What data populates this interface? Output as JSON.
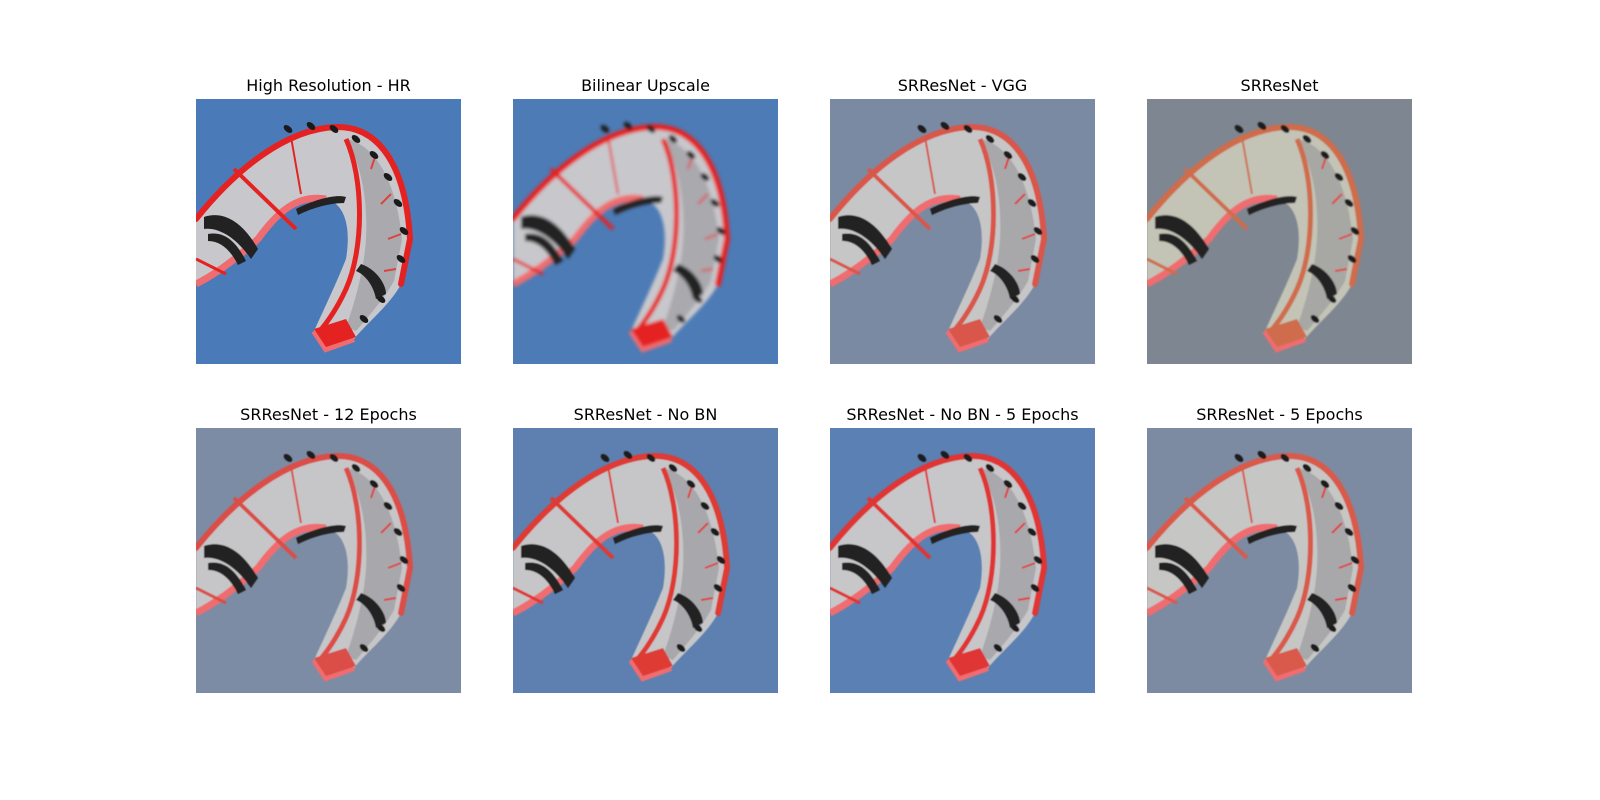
{
  "panels": [
    {
      "title": "High Resolution - HR",
      "bg": "#4a7ab8",
      "kite_main": "#c8c8cc",
      "kite_edge": "#e52222",
      "blur": 0
    },
    {
      "title": "Bilinear Upscale",
      "bg": "#4d7bb6",
      "kite_main": "#c8c8cc",
      "kite_edge": "#e52222",
      "blur": 1.6
    },
    {
      "title": "SRResNet - VGG",
      "bg": "#7a8aa2",
      "kite_main": "#c6c6c6",
      "kite_edge": "#d9564b",
      "blur": 0.6
    },
    {
      "title": "SRResNet",
      "bg": "#7e8691",
      "kite_main": "#c3c4b6",
      "kite_edge": "#cf6c4c",
      "blur": 0.8
    },
    {
      "title": "SRResNet - 12 Epochs",
      "bg": "#7c8ca5",
      "kite_main": "#c6c6c8",
      "kite_edge": "#db4d46",
      "blur": 0.4
    },
    {
      "title": "SRResNet - No BN",
      "bg": "#5d80b0",
      "kite_main": "#c6c6c8",
      "kite_edge": "#de3a36",
      "blur": 0.5
    },
    {
      "title": "SRResNet - No BN - 5 Epochs",
      "bg": "#5a80b4",
      "kite_main": "#c7c7c9",
      "kite_edge": "#e03634",
      "blur": 0.5
    },
    {
      "title": "SRResNet - 5 Epochs",
      "bg": "#7c8ba2",
      "kite_main": "#c6c6c4",
      "kite_edge": "#d95a4c",
      "blur": 0.6
    }
  ]
}
